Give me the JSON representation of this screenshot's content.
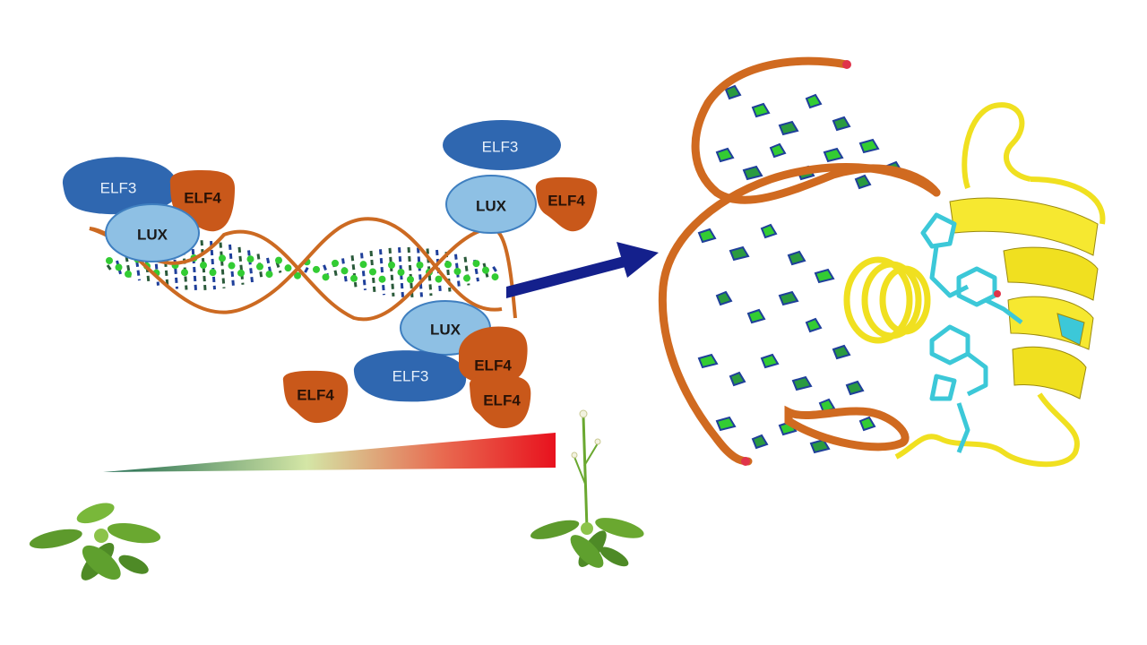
{
  "labels": {
    "elf3": "ELF3",
    "elf4": "ELF4",
    "lux": "LUX"
  },
  "colors": {
    "elf3": "#2f67b0",
    "lux": "#8ec0e4",
    "lux_outline": "#3f7fc0",
    "elf4": "#c9581a",
    "dna_backbone": "#cc6a22",
    "dna_base_green": "#33cc33",
    "dna_base_blue": "#1f3f9a",
    "arrow": "#14208c",
    "gradient_start": "#1f7a5a",
    "gradient_mid": "#d8e8a8",
    "gradient_end": "#e8121e",
    "protein_helix": "#f0e020",
    "ligand": "#3cc8d8",
    "plant_leaf": "#6aa830"
  },
  "icons": [
    "rosette-plant-icon",
    "flowering-plant-icon",
    "arrow-right-icon"
  ]
}
